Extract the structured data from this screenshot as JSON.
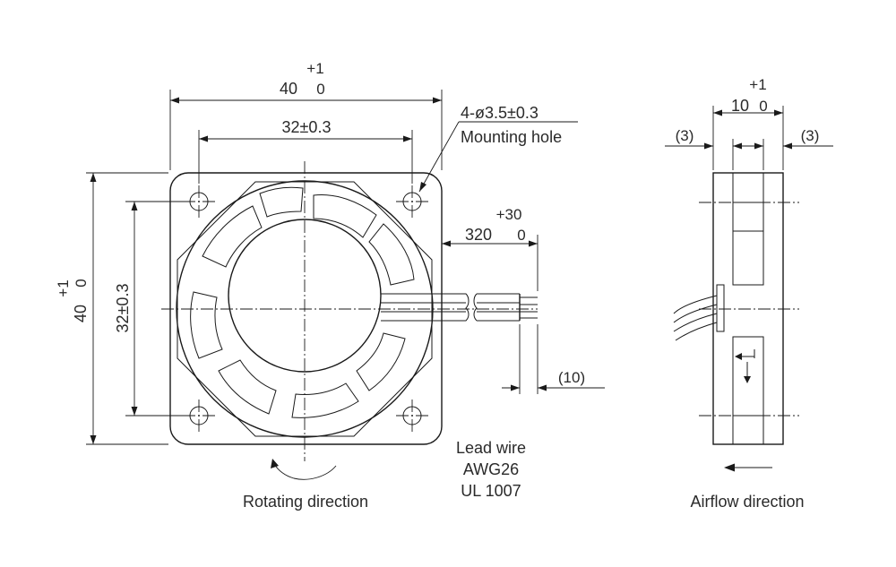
{
  "front_view": {
    "width_dim": {
      "nominal": "40",
      "tol_upper": "+1",
      "tol_lower": "0"
    },
    "hole_pitch_h": "32±0.3",
    "height_dim": {
      "nominal": "40",
      "tol_upper": "+1",
      "tol_lower": "0"
    },
    "hole_pitch_v": "32±0.3",
    "mounting_hole": {
      "spec": "4-ø3.5±0.3",
      "label": "Mounting hole"
    },
    "lead_length": {
      "nominal": "320",
      "tol_upper": "+30",
      "tol_lower": "0"
    },
    "strip_length": "(10)",
    "lead_wire": {
      "line1": "Lead wire",
      "line2": "AWG26",
      "line3": "UL 1007"
    },
    "rotation_caption": "Rotating direction"
  },
  "side_view": {
    "thickness_dim": {
      "nominal": "10",
      "tol_upper": "+1",
      "tol_lower": "0"
    },
    "flange_left": "(3)",
    "flange_right": "(3)",
    "airflow_caption": "Airflow direction"
  }
}
